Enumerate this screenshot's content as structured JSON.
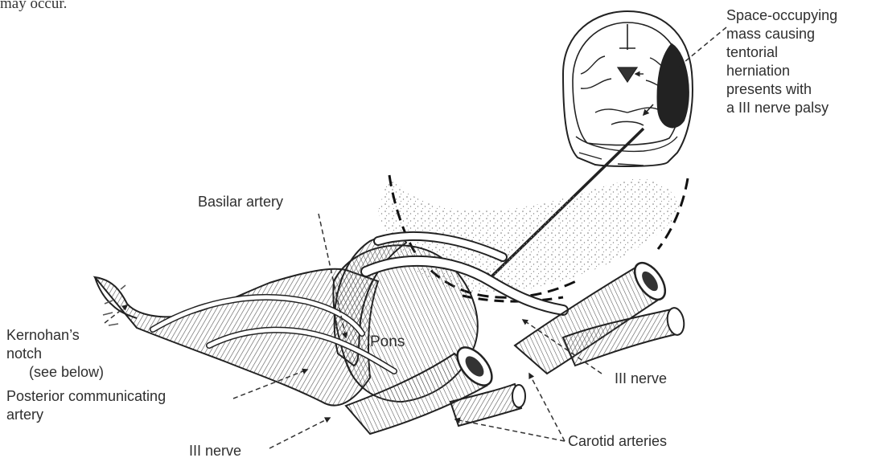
{
  "snippet_text": "may occur.",
  "labels": {
    "space_occupying": [
      "Space-occupying",
      "mass causing",
      "tentorial",
      "herniation",
      "presents with",
      "a III nerve palsy"
    ],
    "basilar_artery": "Basilar artery",
    "kernohans_notch": [
      "Kernohan’s",
      "notch",
      "(see below)"
    ],
    "posterior_communicating": [
      "Posterior communicating",
      "artery"
    ],
    "iii_nerve_bottom": "III nerve",
    "iii_nerve_right": "III nerve",
    "carotid_arteries": "Carotid arteries",
    "pons": "Pons"
  }
}
